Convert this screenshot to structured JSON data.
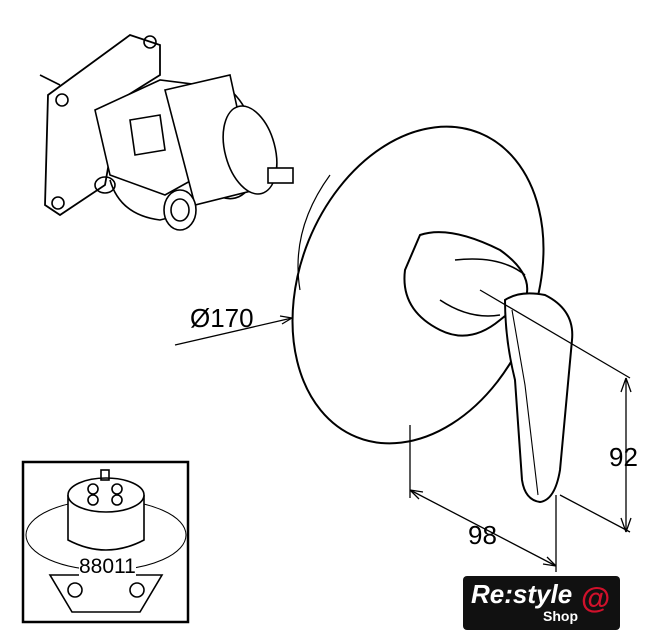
{
  "dimensions": {
    "diameter": "Ø170",
    "height": "92",
    "depth": "98"
  },
  "inset": {
    "part_number": "88011"
  },
  "logo": {
    "main": "Re:style",
    "sub": "Shop",
    "symbol": "@",
    "accent_color": "#d0112b"
  }
}
